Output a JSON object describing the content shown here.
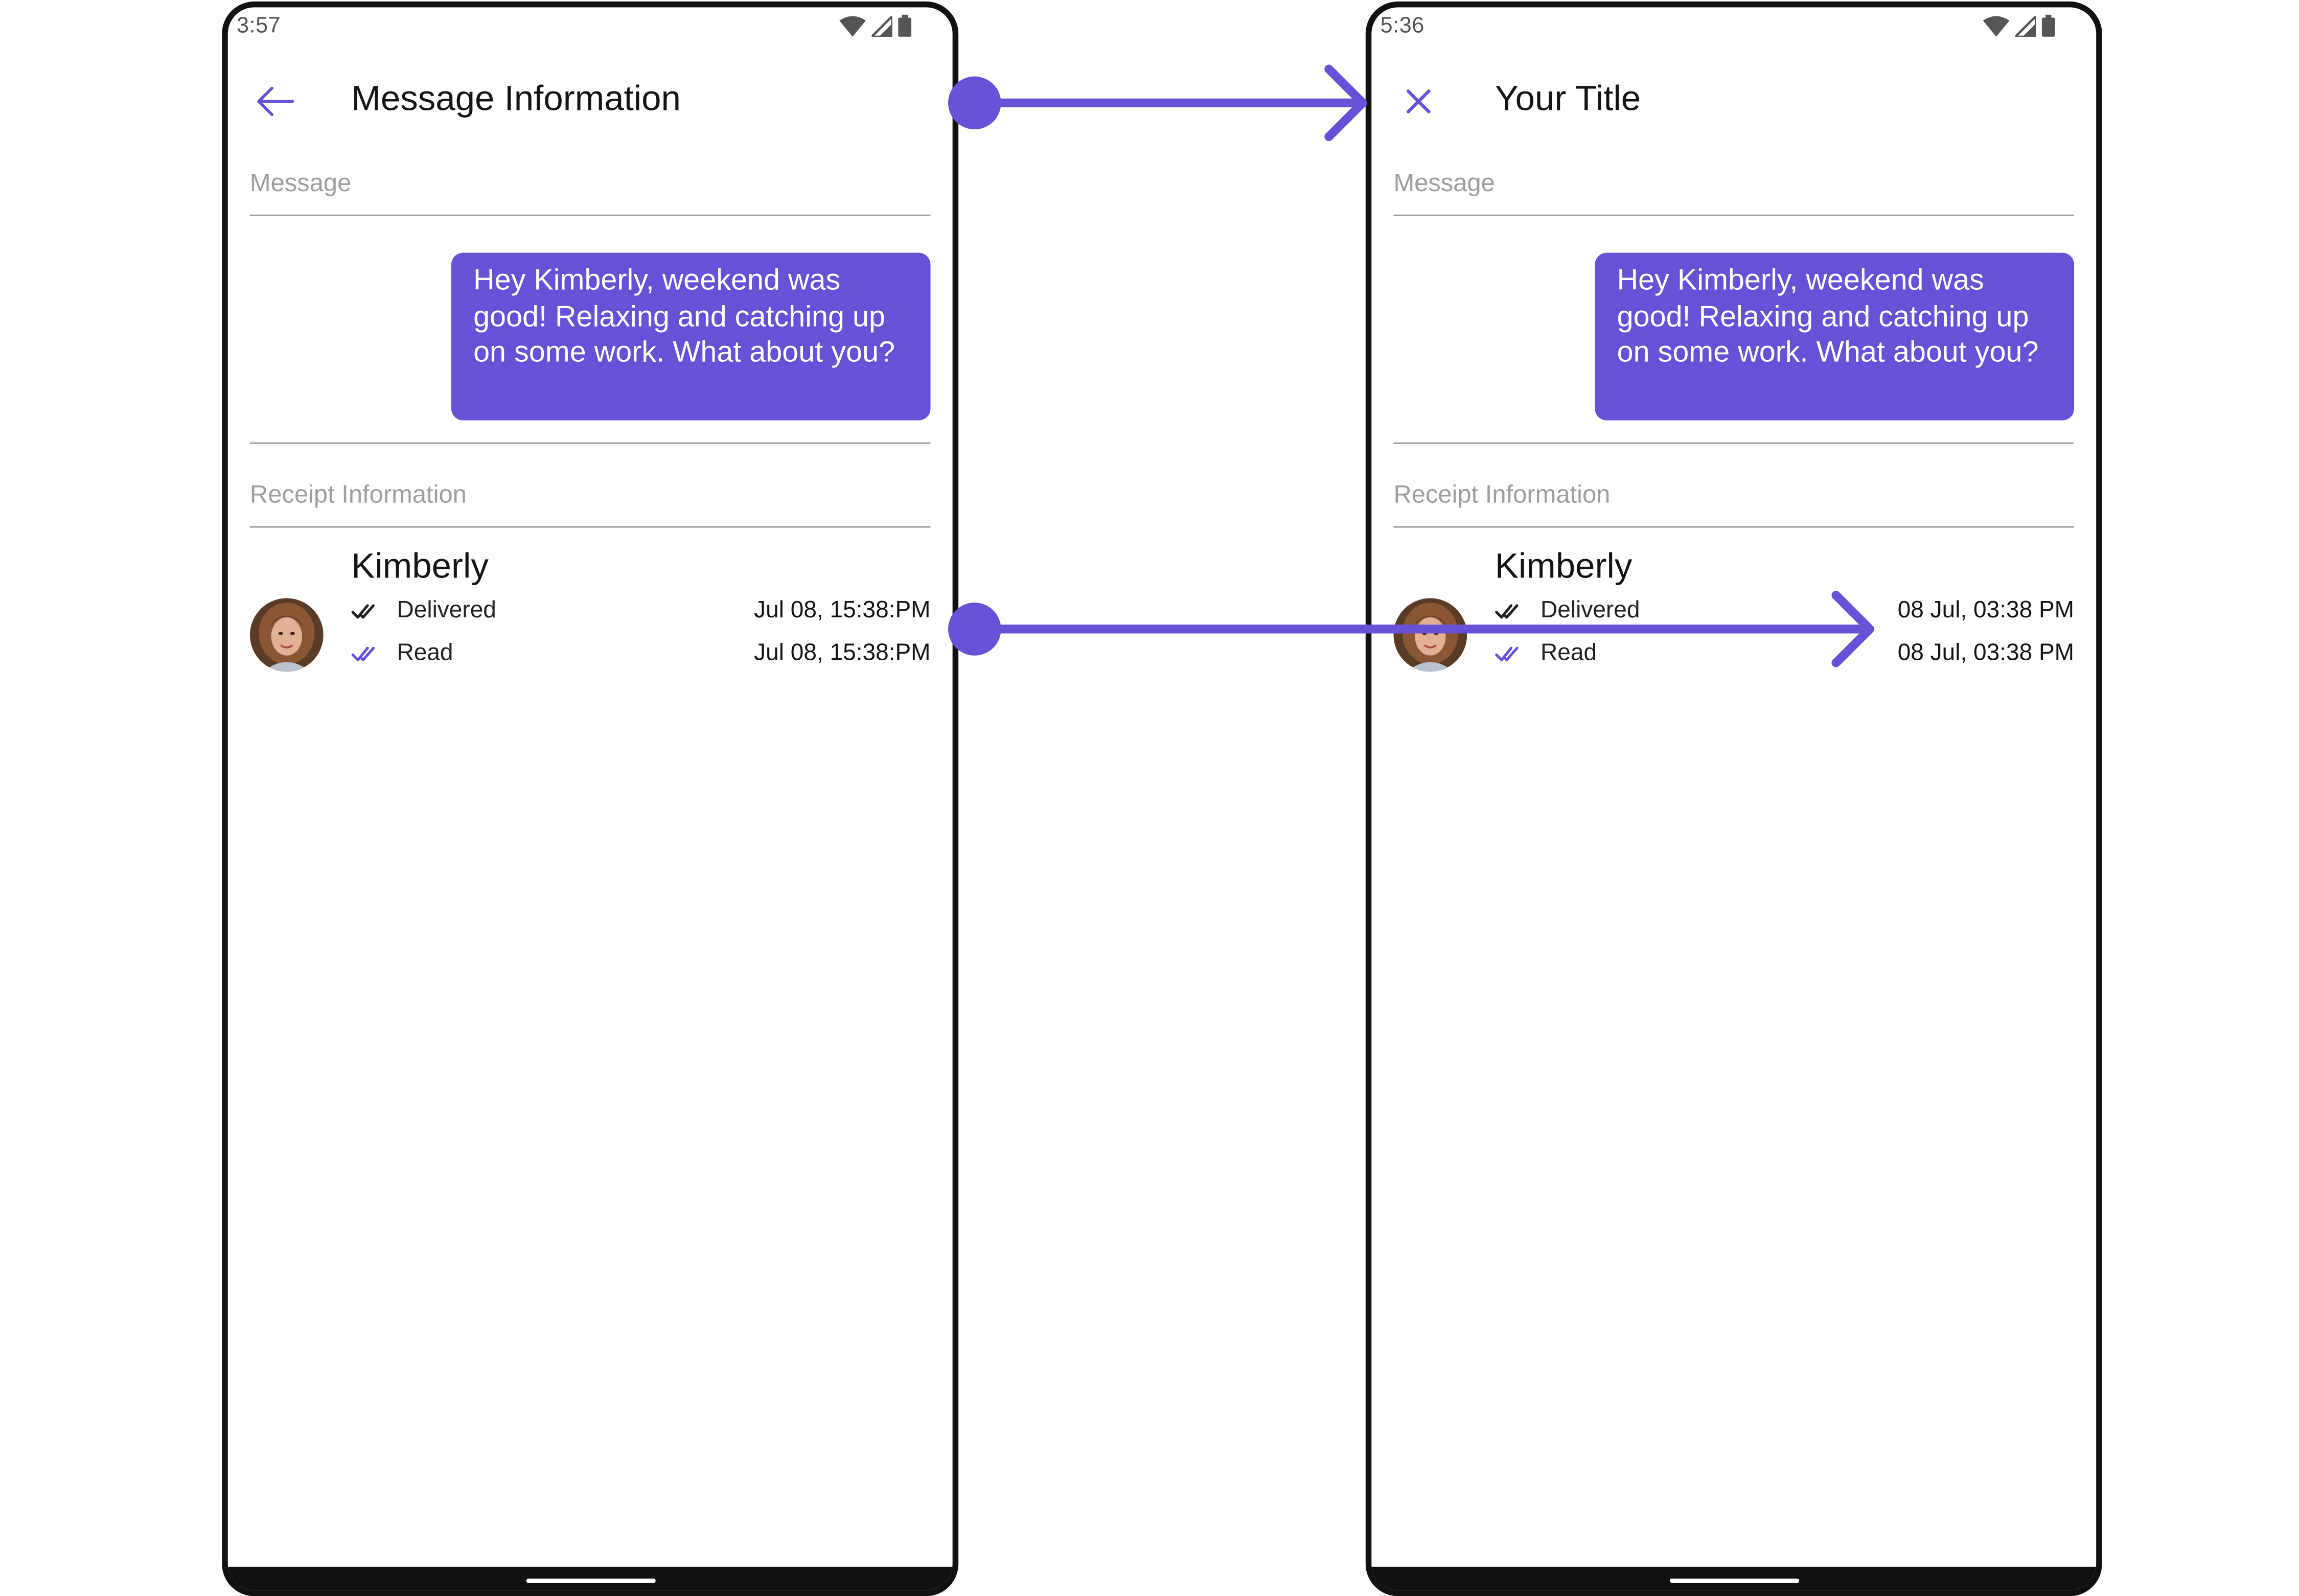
{
  "colors": {
    "accent": "#6851d6",
    "frame": "#111111",
    "text_primary": "#141414",
    "text_muted": "#9e9e9e",
    "divider": "#9a9a9a"
  },
  "screens": [
    {
      "status_time": "3:57",
      "nav_icon": "arrow-left-icon",
      "title": "Message Information",
      "message_section_label": "Message",
      "message_text": "Hey Kimberly, weekend was good!  Relaxing and catching up on some work.  What about you?",
      "receipt_section_label": "Receipt Information",
      "receiver_name": "Kimberly",
      "delivered_label": "Delivered",
      "delivered_time": "Jul 08, 15:38:PM",
      "read_label": "Read",
      "read_time": "Jul 08, 15:38:PM"
    },
    {
      "status_time": "5:36",
      "nav_icon": "close-icon",
      "title": "Your Title",
      "message_section_label": "Message",
      "message_text": "Hey Kimberly, weekend was good!  Relaxing and catching up on some work.  What about you?",
      "receipt_section_label": "Receipt Information",
      "receiver_name": "Kimberly",
      "delivered_label": "Delivered",
      "delivered_time": "08 Jul, 03:38 PM",
      "read_label": "Read",
      "read_time": "08 Jul, 03:38 PM"
    }
  ]
}
